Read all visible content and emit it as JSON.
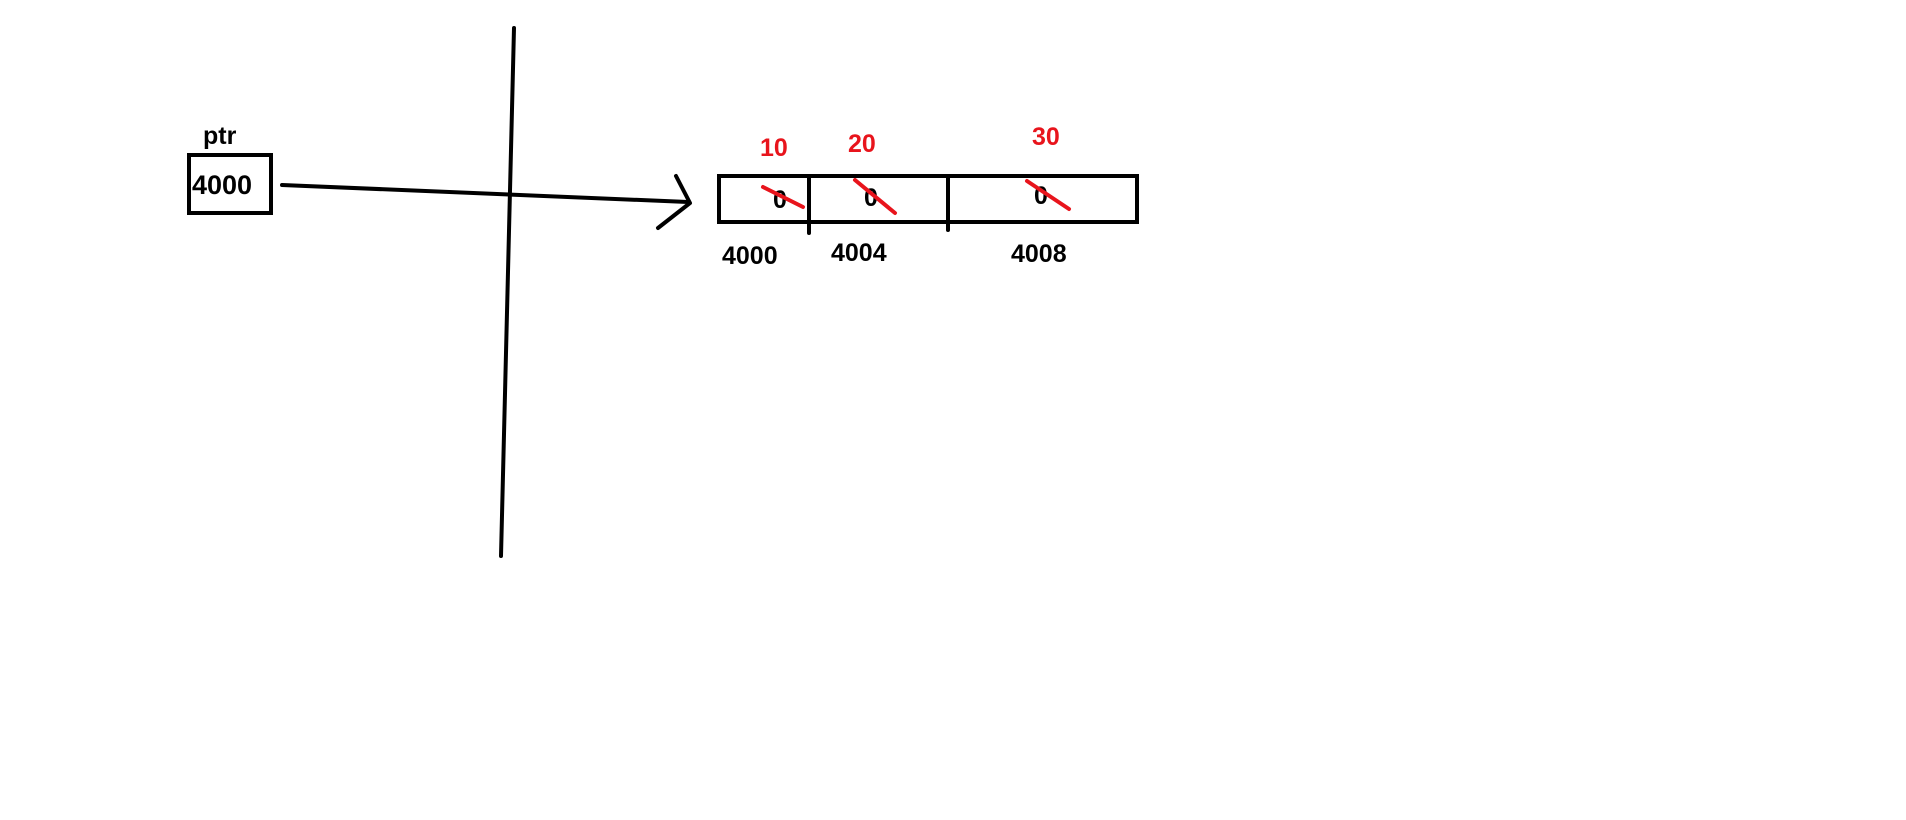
{
  "pointer": {
    "name": "ptr",
    "value": "4000"
  },
  "array": {
    "cells": [
      {
        "old_value": "0",
        "new_value": "10",
        "address": "4000"
      },
      {
        "old_value": "0",
        "new_value": "20",
        "address": "4004"
      },
      {
        "old_value": "0",
        "new_value": "30",
        "address": "4008"
      }
    ]
  },
  "colors": {
    "ink": "#000000",
    "annotation": "#e8141c",
    "background": "#ffffff"
  }
}
